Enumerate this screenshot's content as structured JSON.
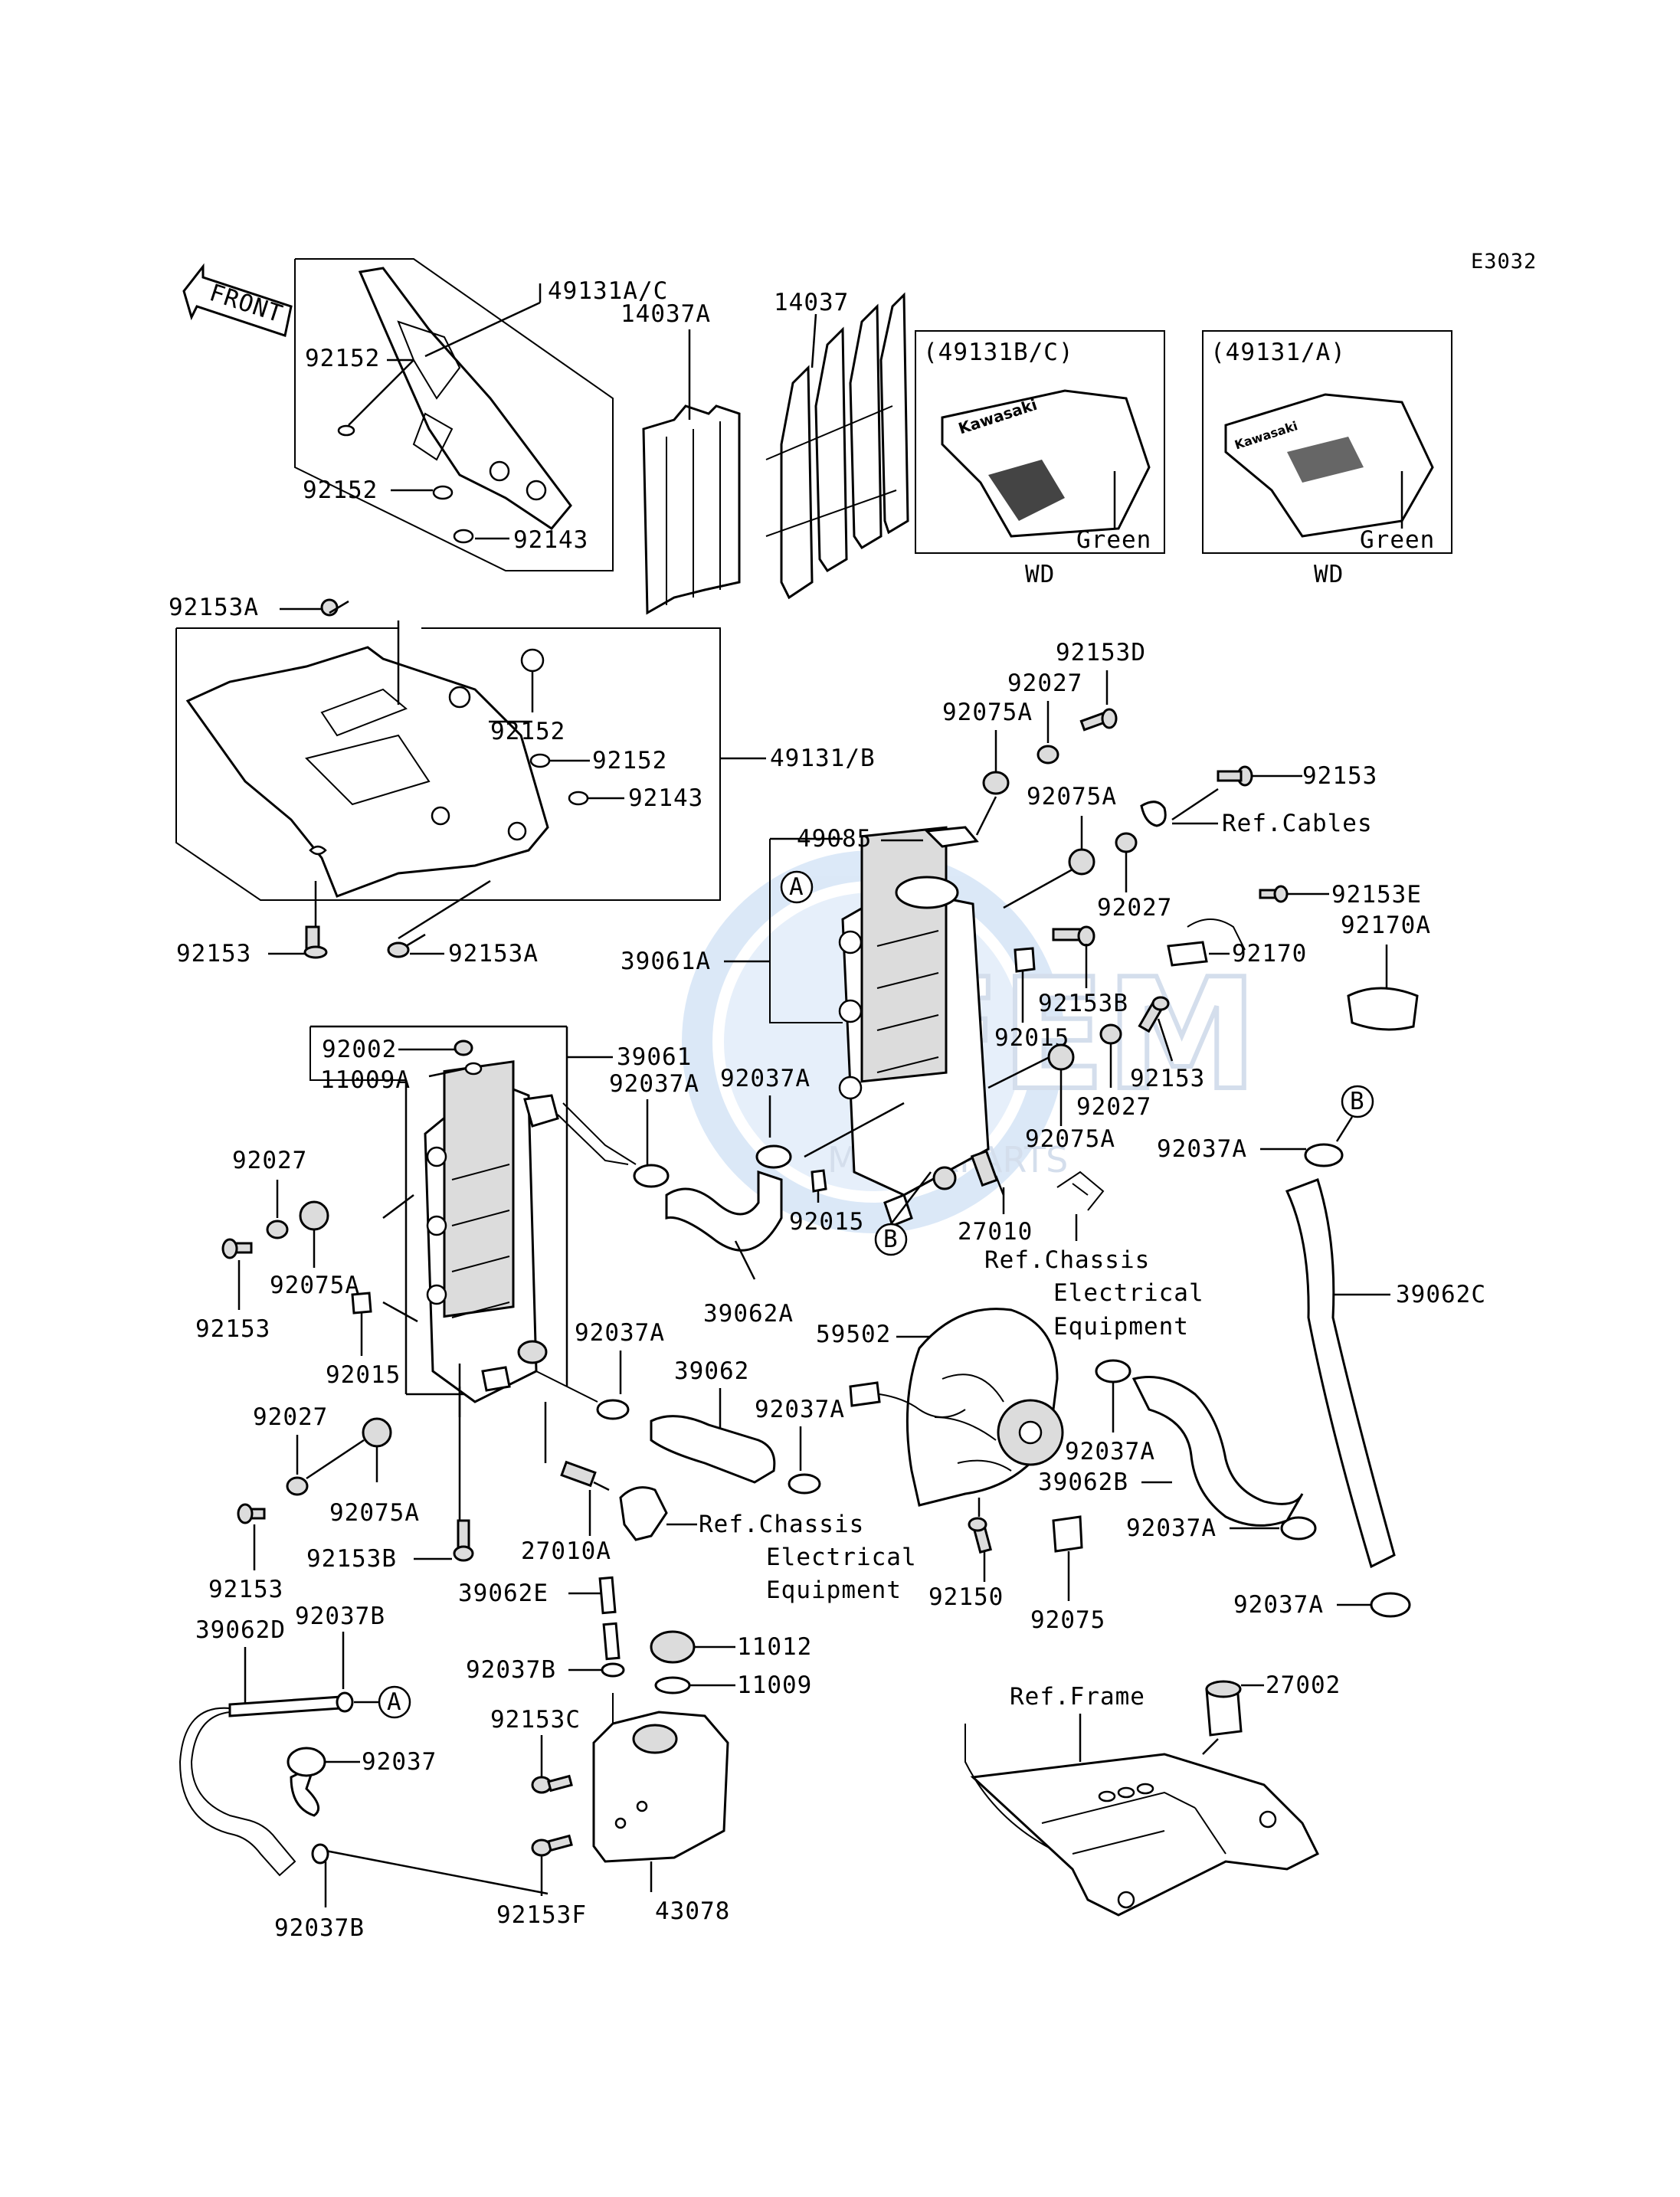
{
  "diagram_code": "E3032",
  "front_label": "FRONT",
  "labels": {
    "p49131AC": "49131A/C",
    "p92152a": "92152",
    "p92152b": "92152",
    "p92143a": "92143",
    "p14037A": "14037A",
    "p14037": "14037",
    "box1_title": "(49131B/C)",
    "box1_color": "Green",
    "box1_wd": "WD",
    "box2_title": "(49131/A)",
    "box2_color": "Green",
    "box2_wd": "WD",
    "p92153A_top": "92153A",
    "p92152c": "92152",
    "p92152d": "92152",
    "p49131B": "49131/B",
    "p92143b": "92143",
    "p92153_left": "92153",
    "p92153A_bot": "92153A",
    "p92153D": "92153D",
    "p92027a": "92027",
    "p92075Aa": "92075A",
    "p92153_r1": "92153",
    "ref_cables": "Ref.Cables",
    "p49085": "49085",
    "p92075Ab": "92075A",
    "p92027b": "92027",
    "p92153E": "92153E",
    "p92170A": "92170A",
    "p92170": "92170",
    "p39061A": "39061A",
    "p92153B_r": "92153B",
    "p92015a": "92015",
    "p92153_r2": "92153",
    "p92027c": "92027",
    "p92075Ac": "92075A",
    "p92037Aa": "92037A",
    "p92015b": "92015",
    "p27010": "27010",
    "ref_chassis1_l1": "Ref.Chassis",
    "ref_chassis1_l2": "Electrical",
    "ref_chassis1_l3": "Equipment",
    "p92037Ab": "92037A",
    "p39062C": "39062C",
    "p92002": "92002",
    "p11009A": "11009A",
    "p39061": "39061",
    "p92037Ac": "92037A",
    "p92027d": "92027",
    "p92075Ad": "92075A",
    "p92153_l3": "92153",
    "p92015c": "92015",
    "p39062A": "39062A",
    "p59502": "59502",
    "p92037Ad": "92037A",
    "p39062": "39062",
    "p92037Ae": "92037A",
    "p92027e": "92027",
    "p92075Ae": "92075A",
    "p92153_l4": "92153",
    "p92153B_l": "92153B",
    "p27010A": "27010A",
    "ref_chassis2_l1": "Ref.Chassis",
    "ref_chassis2_l2": "Electrical",
    "ref_chassis2_l3": "Equipment",
    "p92150": "92150",
    "p92075": "92075",
    "p92037Af": "92037A",
    "p39062B": "39062B",
    "p92037Ag": "92037A",
    "p92037Ah": "92037A",
    "p39062E": "39062E",
    "p92037Ba": "92037B",
    "p11012": "11012",
    "p11009": "11009",
    "p39062D": "39062D",
    "p92037Bb": "92037B",
    "p92037": "92037",
    "p92153C": "92153C",
    "p92037Bc": "92037B",
    "p92153F": "92153F",
    "p43078": "43078",
    "ref_frame": "Ref.Frame",
    "p27002": "27002",
    "marker_A": "A",
    "marker_B": "B"
  },
  "watermark_lines": [
    "FEM",
    "MOTORPARTS"
  ],
  "brand_logo_text": "Kawasaki"
}
